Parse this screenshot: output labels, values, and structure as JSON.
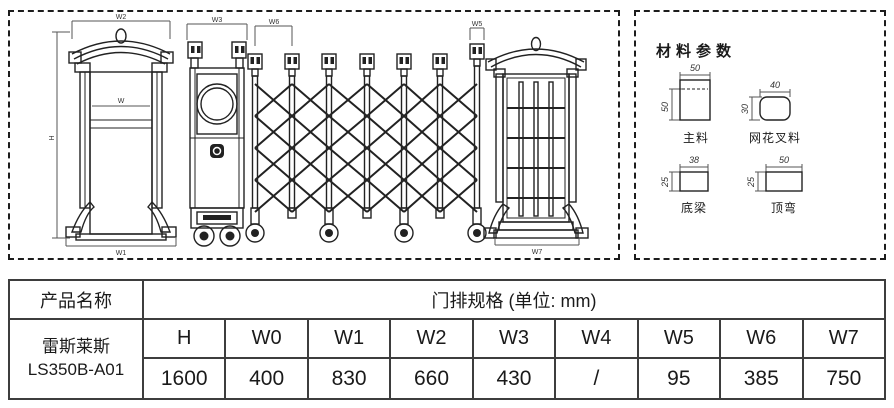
{
  "colors": {
    "ink": "#222222",
    "table_border": "#3d3d3d"
  },
  "drawing": {
    "labels": {
      "w2": "W2",
      "h": "H",
      "w": "W",
      "w1": "W1",
      "w3": "W3",
      "w6": "W6",
      "w5": "W5",
      "w7": "W7"
    }
  },
  "materials": {
    "title": "材料参数",
    "items": [
      {
        "name": "主料",
        "width": "50",
        "height": "50"
      },
      {
        "name": "网花叉料",
        "width": "40",
        "height": "30"
      },
      {
        "name": "底梁",
        "width": "38",
        "height": "25"
      },
      {
        "name": "顶弯",
        "width": "50",
        "height": "25"
      }
    ]
  },
  "table": {
    "product_name_header": "产品名称",
    "spec_header": "门排规格 (单位: mm)",
    "product_line1": "雷斯莱斯",
    "product_line2": "LS350B-A01",
    "columns": [
      "H",
      "W0",
      "W1",
      "W2",
      "W3",
      "W4",
      "W5",
      "W6",
      "W7"
    ],
    "values": [
      "1600",
      "400",
      "830",
      "660",
      "430",
      "/",
      "95",
      "385",
      "750"
    ]
  }
}
